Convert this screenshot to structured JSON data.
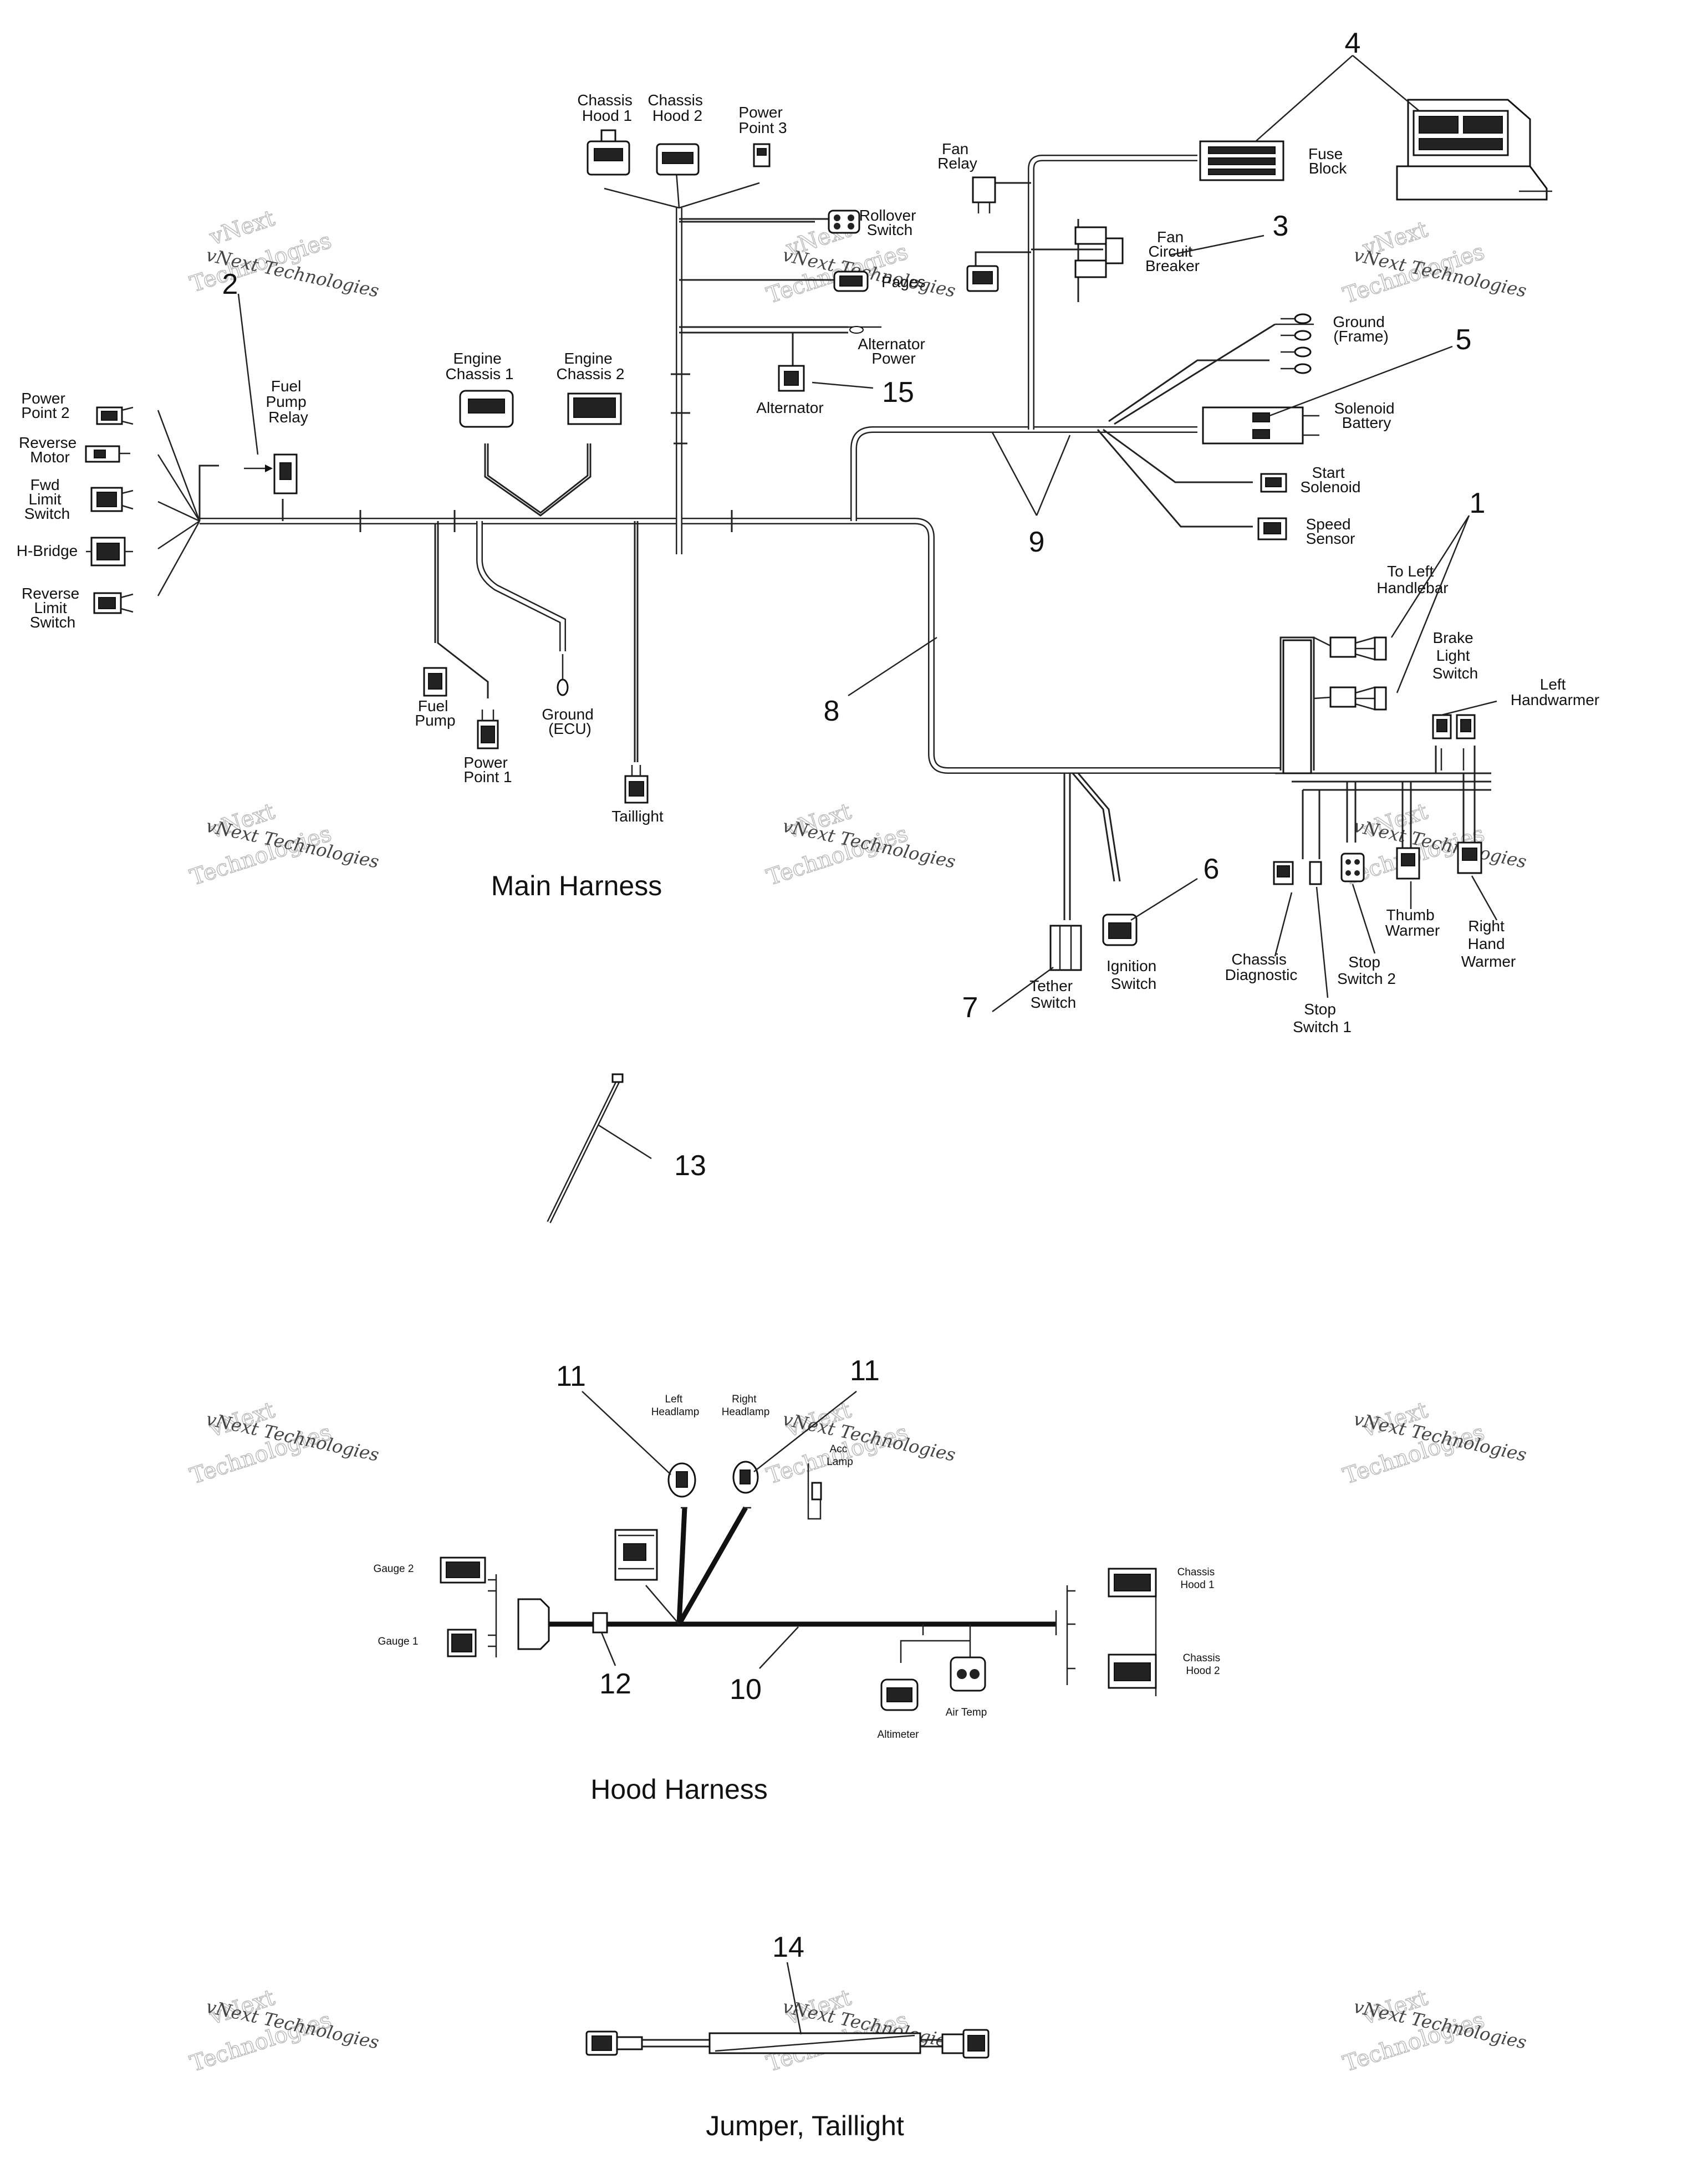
{
  "watermark": {
    "line1": "vNext Technologies",
    "line2": "Technologies",
    "line3": "vNext"
  },
  "main_harness": {
    "title": "Main Harness",
    "labels": {
      "chassis_hood_1": [
        "Chassis",
        "Hood 1"
      ],
      "chassis_hood_2": [
        "Chassis",
        "Hood 2"
      ],
      "power_point_3": [
        "Power",
        "Point 3"
      ],
      "rollover_switch": [
        "Rollover",
        "Switch"
      ],
      "fan_relay": [
        "Fan",
        "Relay"
      ],
      "fuse_block": [
        "Fuse",
        "Block"
      ],
      "fan_circuit_breaker": [
        "Fan",
        "Circuit",
        "Breaker"
      ],
      "pages": [
        "Pages"
      ],
      "alternator_power": [
        "Alternator",
        "Power"
      ],
      "alternator": [
        "Alternator"
      ],
      "ground_frame": [
        "Ground",
        "(Frame)"
      ],
      "solenoid_battery": [
        "Solenoid",
        "Battery"
      ],
      "start_solenoid": [
        "Start",
        "Solenoid"
      ],
      "speed_sensor": [
        "Speed",
        "Sensor"
      ],
      "engine_chassis_1": [
        "Engine",
        "Chassis 1"
      ],
      "engine_chassis_2": [
        "Engine",
        "Chassis 2"
      ],
      "fuel_pump_relay": [
        "Fuel",
        "Pump",
        "Relay"
      ],
      "power_point_2": [
        "Power",
        "Point 2"
      ],
      "reverse_motor": [
        "Reverse",
        "Motor"
      ],
      "fwd_limit_switch": [
        "Fwd",
        "Limit",
        "Switch"
      ],
      "h_bridge": [
        "H-Bridge"
      ],
      "reverse_limit_switch": [
        "Reverse",
        "Limit",
        "Switch"
      ],
      "fuel_pump": [
        "Fuel",
        "Pump"
      ],
      "power_point_1": [
        "Power",
        "Point 1"
      ],
      "ground_ecu": [
        "Ground",
        "(ECU)"
      ],
      "taillight": [
        "Taillight"
      ],
      "to_left_handlebar": [
        "To Left",
        "Handlebar"
      ],
      "brake_light_switch": [
        "Brake",
        "Light",
        "Switch"
      ],
      "left_handwarmer": [
        "Left",
        "Handwarmer"
      ],
      "thumb_warmer": [
        "Thumb",
        "Warmer"
      ],
      "right_hand_warmer": [
        "Right",
        "Hand",
        "Warmer"
      ],
      "stop_switch_2": [
        "Stop",
        "Switch 2"
      ],
      "stop_switch_1": [
        "Stop",
        "Switch 1"
      ],
      "chassis_diagnostic": [
        "Chassis",
        "Diagnostic"
      ],
      "ignition_switch": [
        "Ignition",
        "Switch"
      ],
      "tether_switch": [
        "Tether",
        "Switch"
      ]
    }
  },
  "hood_harness": {
    "title": "Hood Harness",
    "labels": {
      "left_headlamp": [
        "Left",
        "Headlamp"
      ],
      "right_headlamp": [
        "Right",
        "Headlamp"
      ],
      "acc_lamp": [
        "Acc",
        "Lamp"
      ],
      "gauge_2": [
        "Gauge 2"
      ],
      "gauge_1": [
        "Gauge 1"
      ],
      "chassis_hood_1": [
        "Chassis",
        "Hood 1"
      ],
      "chassis_hood_2": [
        "Chassis",
        "Hood 2"
      ],
      "altimeter": [
        "Altimeter"
      ],
      "air_temp": [
        "Air Temp"
      ]
    }
  },
  "jumper": {
    "title": "Jumper, Taillight"
  },
  "callouts": [
    "1",
    "2",
    "3",
    "4",
    "5",
    "6",
    "7",
    "8",
    "9",
    "10",
    "11",
    "11",
    "12",
    "13",
    "14",
    "15"
  ]
}
